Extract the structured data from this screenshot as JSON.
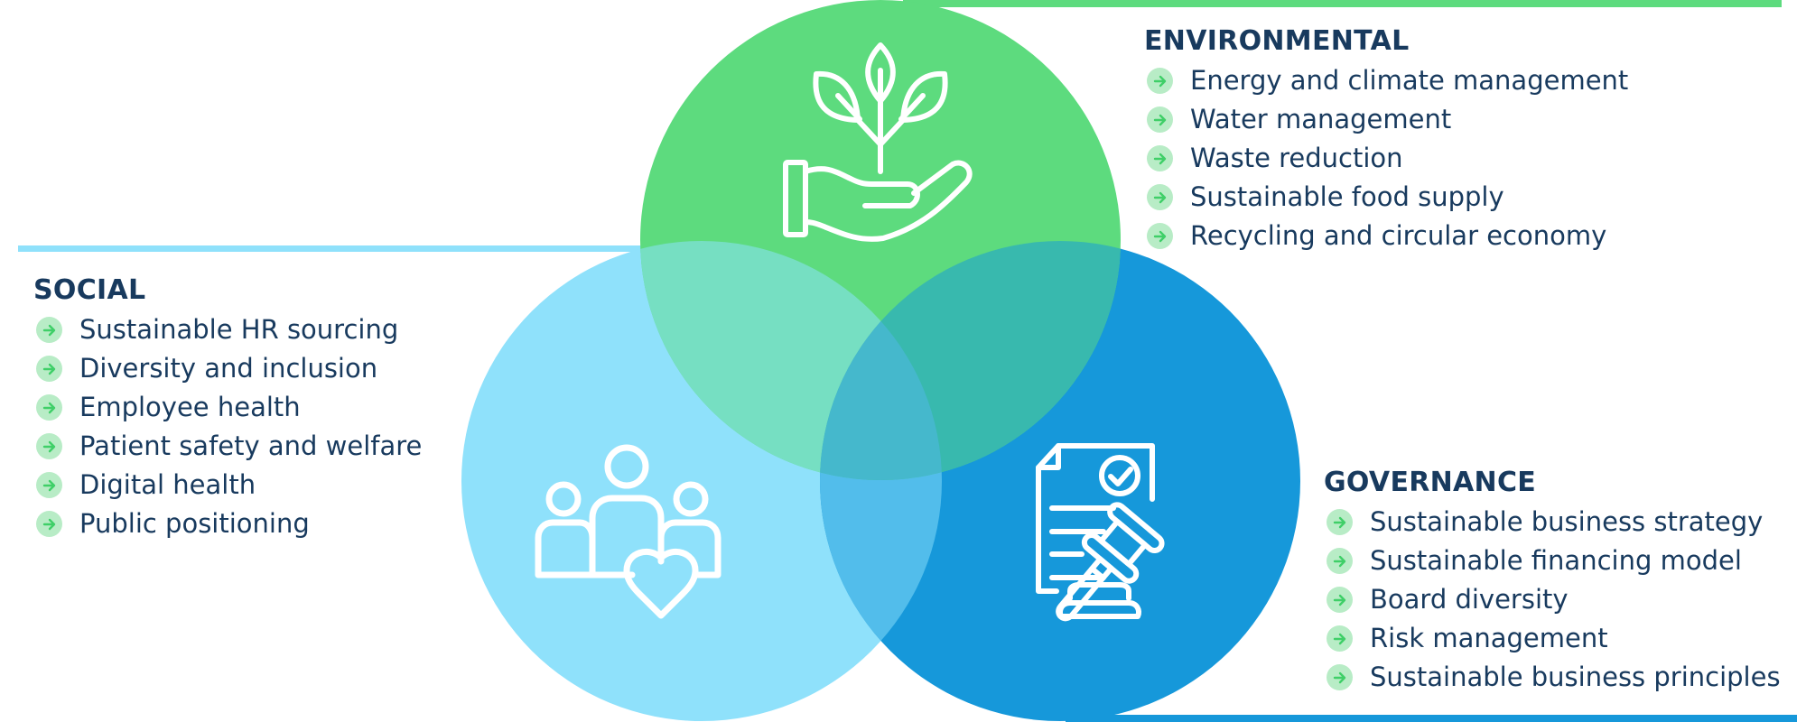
{
  "colors": {
    "environmental": "#5DDB7E",
    "social": "#8FE1FB",
    "governance": "#1698DA",
    "overlap_env_soc": "#76DFC2",
    "overlap_env_gov": "#38B9AE",
    "overlap_soc_gov": "#52BDEB",
    "overlap_all": "#45B8CC",
    "heading_text": "#183A5E",
    "bullet_fill": "#B8ECC6",
    "bullet_arrow": "#3FCF68"
  },
  "venn": {
    "circles": [
      {
        "id": "environmental",
        "icon": "plant-in-hand-icon"
      },
      {
        "id": "social",
        "icon": "people-heart-icon"
      },
      {
        "id": "governance",
        "icon": "document-gavel-icon"
      }
    ]
  },
  "sections": {
    "environmental": {
      "title": "ENVIRONMENTAL",
      "bullet_icon": "arrow-right-icon",
      "items": [
        "Energy and climate management",
        "Water management",
        "Waste reduction",
        "Sustainable food supply",
        "Recycling and circular economy"
      ]
    },
    "social": {
      "title": "SOCIAL",
      "bullet_icon": "arrow-right-icon",
      "items": [
        "Sustainable HR sourcing",
        "Diversity and inclusion",
        "Employee health",
        "Patient safety and welfare",
        "Digital health",
        "Public positioning"
      ]
    },
    "governance": {
      "title": "GOVERNANCE",
      "bullet_icon": "arrow-right-icon",
      "items": [
        "Sustainable business strategy",
        "Sustainable financing model",
        "Board diversity",
        "Risk management",
        "Sustainable business principles"
      ]
    }
  }
}
